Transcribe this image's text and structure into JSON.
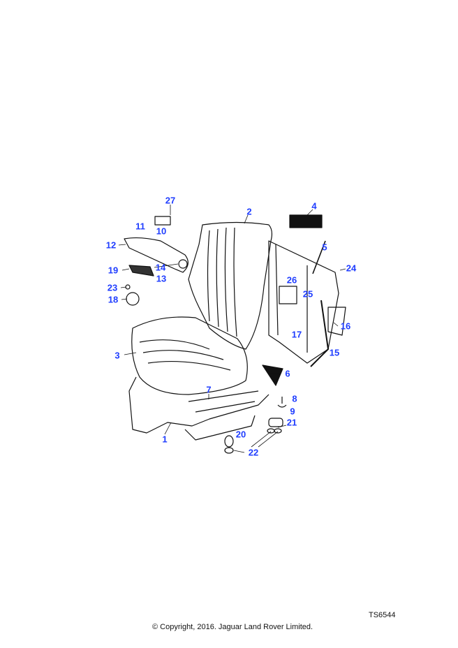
{
  "diagram": {
    "callouts": [
      "27",
      "2",
      "4",
      "11",
      "10",
      "12",
      "5",
      "24",
      "19",
      "14",
      "13",
      "26",
      "25",
      "23",
      "18",
      "16",
      "17",
      "15",
      "3",
      "6",
      "7",
      "8",
      "9",
      "21",
      "20",
      "1",
      "22"
    ]
  },
  "footer": {
    "reference": "TS6544",
    "copyright": "© Copyright, 2016. Jaguar Land Rover Limited."
  }
}
